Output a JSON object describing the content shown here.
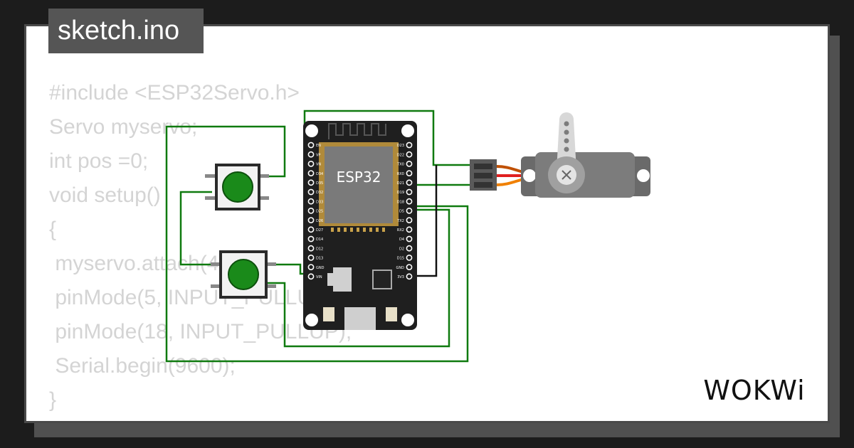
{
  "file_tab": {
    "label": "sketch.ino"
  },
  "code": {
    "lines": [
      "#include <ESP32Servo.h>",
      "Servo myservo;",
      "int pos =0;",
      "void setup()",
      "{",
      " myservo.attach(4);",
      " pinMode(5, INPUT_PULLUP);",
      " pinMode(18, INPUT_PULLUP);",
      " Serial.begin(9600);",
      "}"
    ]
  },
  "board": {
    "chip_label": "ESP32",
    "left_pins": [
      "EN",
      "VP",
      "VN",
      "D34",
      "D35",
      "D32",
      "D33",
      "D25",
      "D26",
      "D27",
      "D14",
      "D12",
      "D13",
      "GND",
      "VIN"
    ],
    "right_pins": [
      "D23",
      "D22",
      "TX0",
      "RX0",
      "D21",
      "D19",
      "D18",
      "D5",
      "TX2",
      "RX2",
      "D4",
      "D2",
      "D15",
      "GND",
      "3V3"
    ]
  },
  "colors": {
    "wire": "#0f7a0f",
    "wire_black": "#111111",
    "servo_orange": "#f08000",
    "servo_red": "#e02020",
    "button_green": "#1a8a1a",
    "board": "#1f1f1f"
  },
  "logo": {
    "text": "WOKWi"
  }
}
